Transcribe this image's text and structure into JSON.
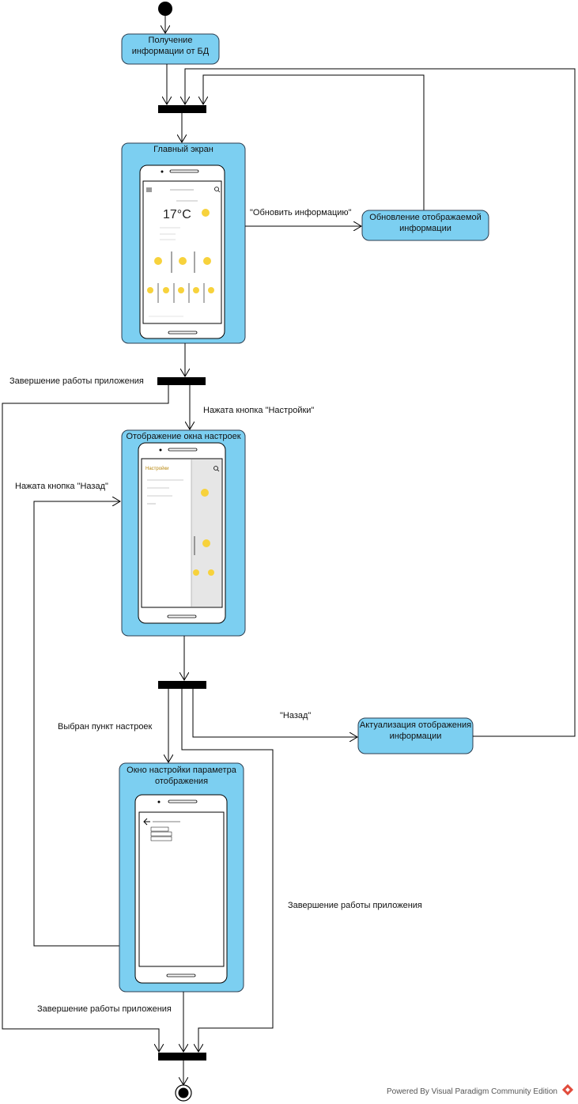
{
  "nodes": {
    "get_info": "Получение информации от БД",
    "main_screen": "Главный экран",
    "update_info": "Обновление отображаемой информации",
    "settings_window": "Отображение окна настроек",
    "param_settings": "Окно настройки параметра отображения",
    "actualize_info": "Актуализация отображения информации"
  },
  "edges": {
    "refresh": "\"Обновить информацию\"",
    "exit_1": "Завершение работы приложения",
    "settings_pressed": "Нажата кнопка \"Настройки\"",
    "back_pressed": "Нажата кнопка \"Назад\"",
    "item_selected": "Выбран пункт настроек",
    "back": "\"Назад\"",
    "exit_2": "Завершение работы приложения",
    "exit_3": "Завершение работы приложения"
  },
  "phone_main": {
    "temperature": "17°C"
  },
  "phone_settings": {
    "menu_title": "Настройки"
  },
  "footer": "Powered By Visual Paradigm Community Edition",
  "colors": {
    "node_fill": "#7ccff1",
    "node_stroke": "#2c3e50",
    "bar": "#000000",
    "line": "#000000"
  }
}
